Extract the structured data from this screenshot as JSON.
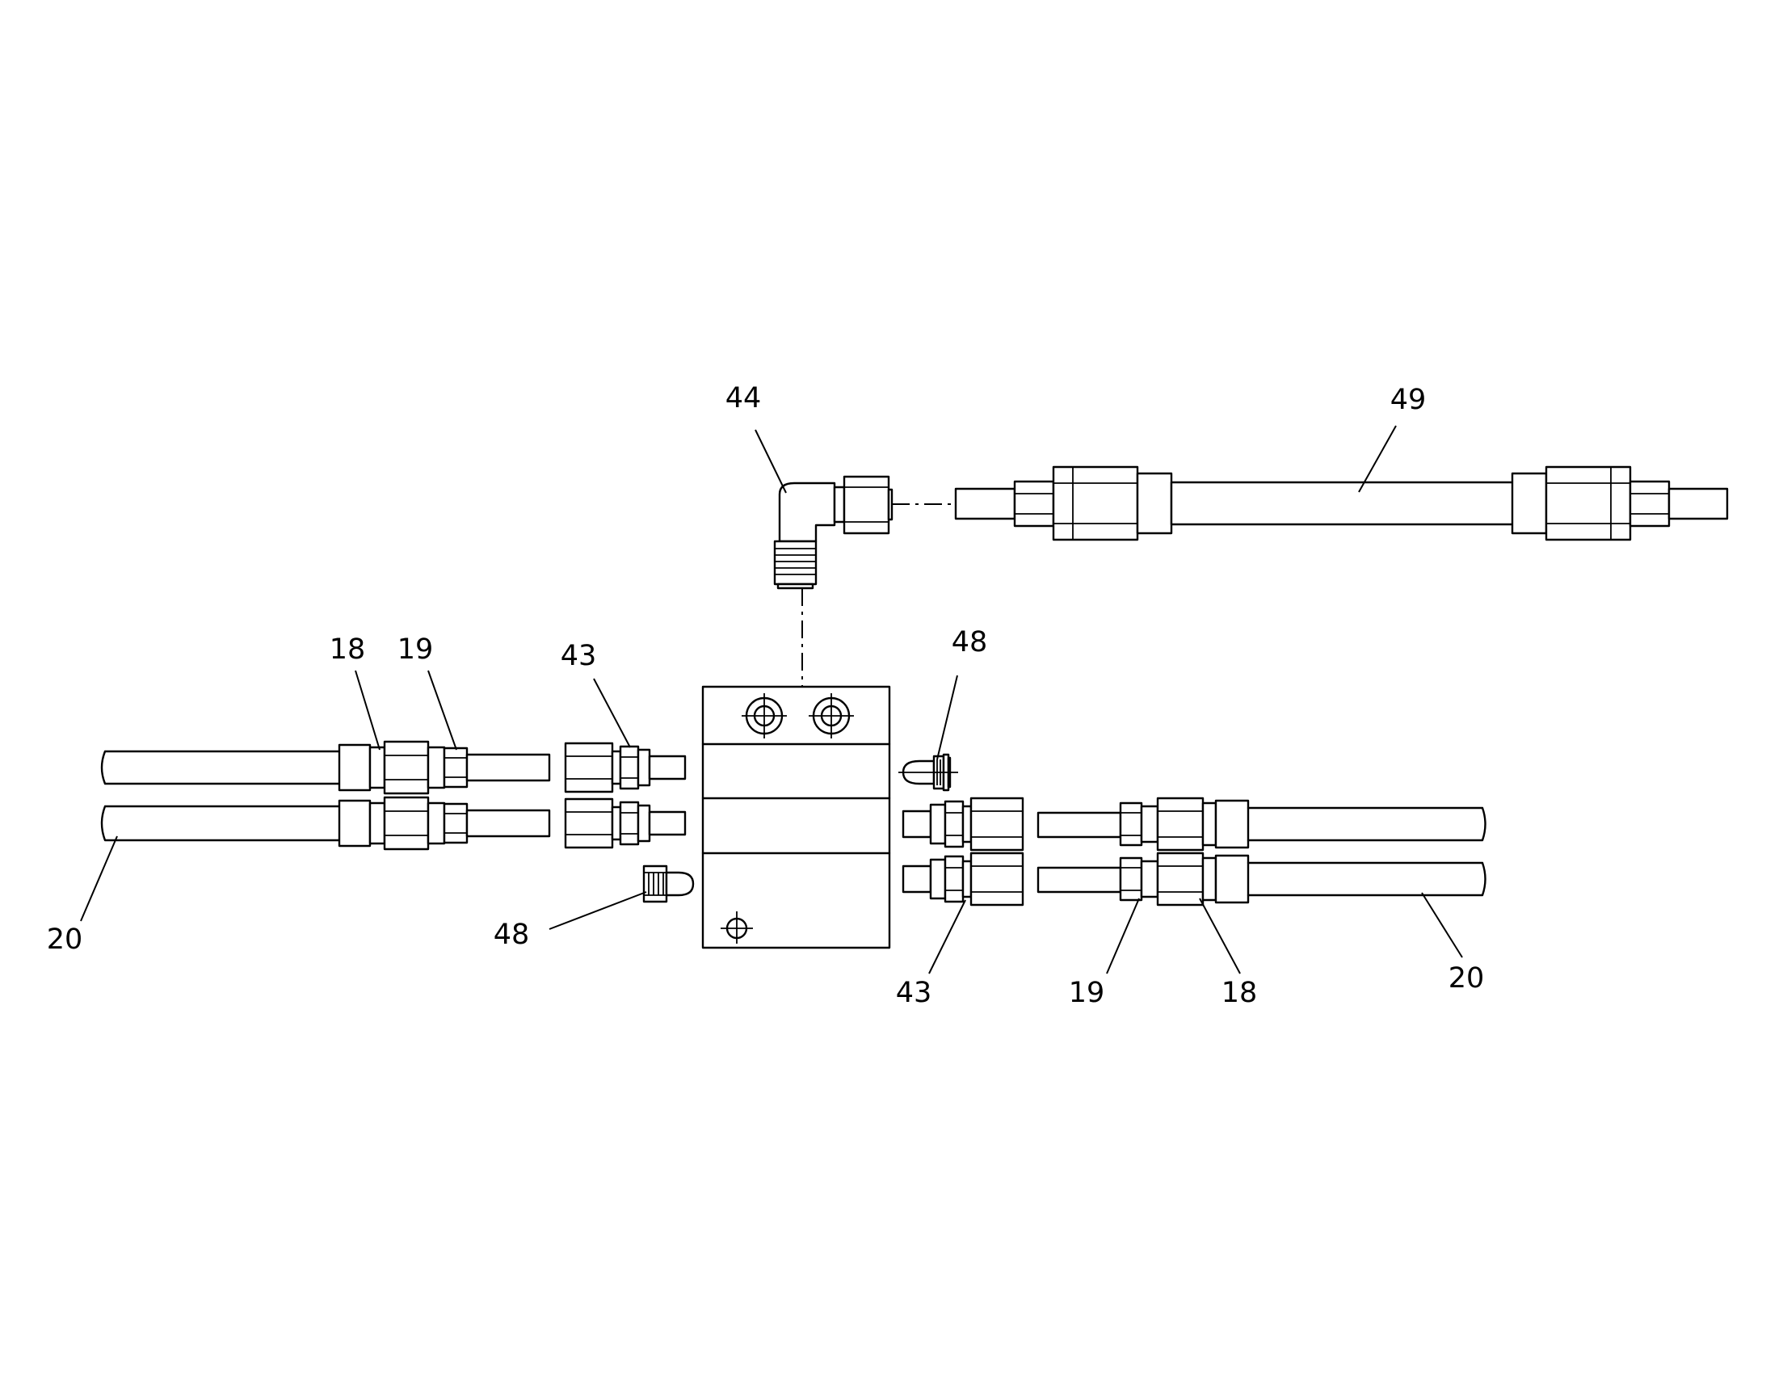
{
  "callouts": {
    "c44": "44",
    "c49": "49",
    "c18_left": "18",
    "c19_left": "19",
    "c43_left": "43",
    "c48_top": "48",
    "c20_left": "20",
    "c48_bottom": "48",
    "c43_right": "43",
    "c19_right": "19",
    "c18_right": "18",
    "c20_right": "20"
  },
  "colors": {
    "line": "#000000",
    "background": "#ffffff"
  }
}
